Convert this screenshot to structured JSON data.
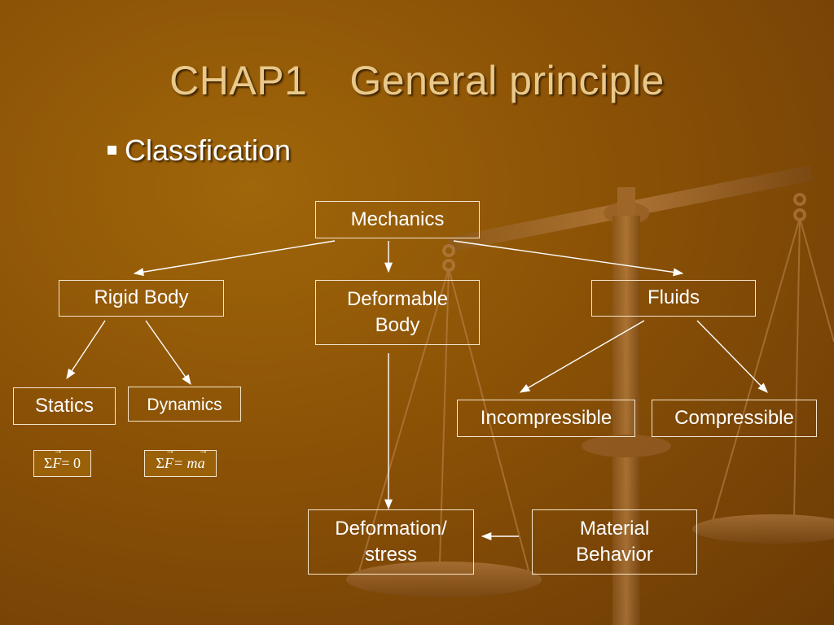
{
  "slide": {
    "title_chapter": "CHAP1",
    "title_text": "General principle",
    "bullet": "Classfication"
  },
  "nodes": {
    "mechanics": "Mechanics",
    "rigid_body": "Rigid Body",
    "deformable_line1": "Deformable",
    "deformable_line2": "Body",
    "fluids": "Fluids",
    "statics": "Statics",
    "dynamics": "Dynamics",
    "incompressible": "Incompressible",
    "compressible": "Compressible",
    "deformation_line1": "Deformation/",
    "deformation_line2": "stress",
    "material_line1": "Material",
    "material_line2": "Behavior"
  },
  "formulas": {
    "statics": {
      "sigma": "Σ",
      "var": "F",
      "rest": " = 0"
    },
    "dynamics": {
      "sigma": "Σ",
      "var": "F",
      "rest_pre": " = m",
      "vec2": "a"
    }
  },
  "colors": {
    "title": "#e9c98a",
    "text": "#ffffff",
    "box_border": "#f4e6cc",
    "background": "#8a5106"
  }
}
